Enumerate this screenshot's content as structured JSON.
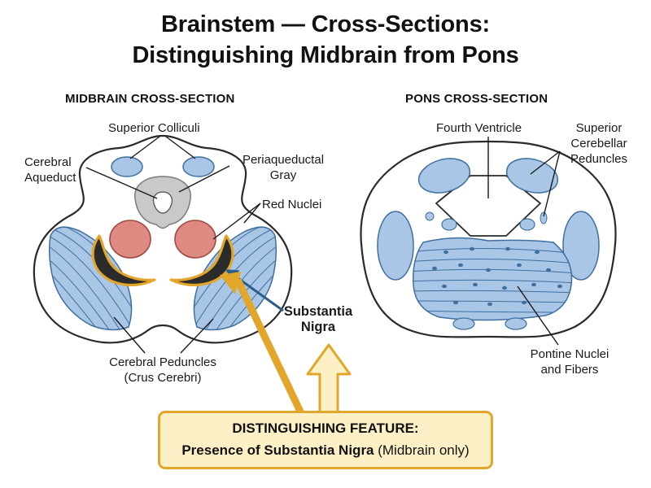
{
  "title": {
    "line1": "Brainstem — Cross-Sections:",
    "line2": "Distinguishing Midbrain from Pons"
  },
  "midbrain": {
    "heading": "MIDBRAIN CROSS-SECTION",
    "labels": {
      "superior_colliculi": "Superior Colliculi",
      "cerebral_aqueduct": [
        "Cerebral",
        "Aqueduct"
      ],
      "periaqueductal_gray": [
        "Periaqueductal",
        "Gray"
      ],
      "red_nuclei": "Red Nuclei",
      "substantia_nigra": [
        "Substantia",
        "Nigra"
      ],
      "cerebral_peduncles": [
        "Cerebral Peduncles",
        "(Crus Cerebri)"
      ]
    }
  },
  "pons": {
    "heading": "PONS CROSS-SECTION",
    "labels": {
      "fourth_ventricle": "Fourth Ventricle",
      "superior_cerebellar_peduncles": [
        "Superior",
        "Cerebellar",
        "Peduncles"
      ],
      "pontine_nuclei": [
        "Pontine Nuclei",
        "and Fibers"
      ]
    }
  },
  "callout": {
    "heading": "DISTINGUISHING FEATURE:",
    "body_bold": "Presence of Substantia Nigra",
    "body_rest": " (Midbrain only)"
  },
  "colors": {
    "structure_blue": "#a9c6e6",
    "structure_stroke": "#3f6f9f",
    "red_nucleus": "#de8a82",
    "gray_matter": "#c8c9cb",
    "nigra_fill": "#2b2b2b",
    "highlight_orange": "#e2a62b",
    "callout_bg": "#fdf0c6",
    "pointer_blue": "#2d5d8a"
  }
}
